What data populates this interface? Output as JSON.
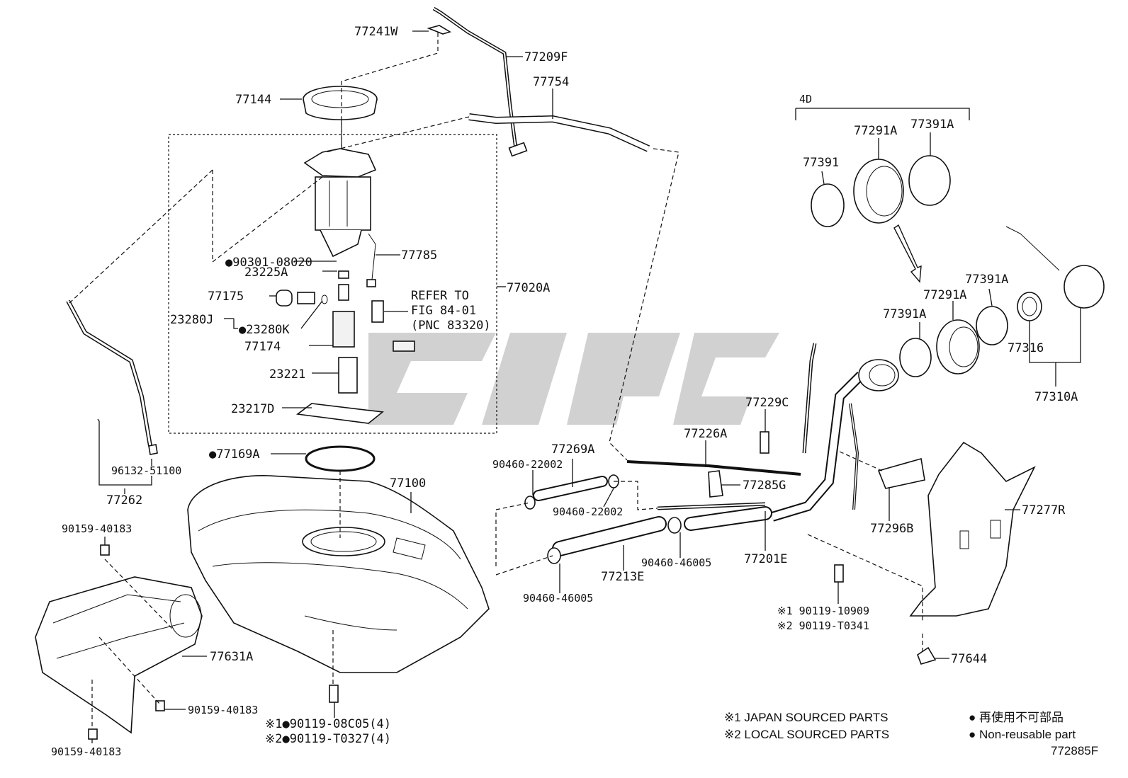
{
  "labels": {
    "p77241W": "77241W",
    "p77209F": "77209F",
    "p77754": "77754",
    "p77144": "77144",
    "p77785": "77785",
    "p90301": "●90301-08020",
    "p23225A": "23225A",
    "p77175": "77175",
    "p23280J": "23280J",
    "p23280K": "●23280K",
    "p77174": "77174",
    "p23221": "23221",
    "p23217D": "23217D",
    "p77020A": "77020A",
    "refer1": "REFER TO",
    "refer2": "FIG 84-01",
    "refer3": "(PNC 83320)",
    "p96132": "96132-51100",
    "p77262": "77262",
    "p77169A": "●77169A",
    "p77100": "77100",
    "p90159a": "90159-40183",
    "p90159b": "90159-40183",
    "p90159c": "90159-40183",
    "p77631A": "77631A",
    "p90119_08": "※1●90119-08C05(4)",
    "p90119_T0327": "※2●90119-T0327(4)",
    "p90460a": "90460-22002",
    "p77269A": "77269A",
    "p90460b": "90460-22002",
    "p90460c": "90460-46005",
    "p77213E": "77213E",
    "p90460d": "90460-46005",
    "p77226A": "77226A",
    "p77229C": "77229C",
    "p77285G": "77285G",
    "p77201E": "77201E",
    "p90119_10909": "※1 90119-10909",
    "p90119_T0341": "※2 90119-T0341",
    "p77296B": "77296B",
    "p77277R": "77277R",
    "p77644": "77644",
    "p4D": "4D",
    "p77391": "77391",
    "p77291A_top": "77291A",
    "p77391A_top": "77391A",
    "p77391A_mid": "77391A",
    "p77291A_mid": "77291A",
    "p77391A_low": "77391A",
    "p77316": "77316",
    "p77310A": "77310A"
  },
  "notes": {
    "japan": "※1 JAPAN SOURCED PARTS",
    "local": "※2 LOCAL SOURCED PARTS",
    "nonreuse_jp": "● 再使用不可部品",
    "nonreuse_en": "● Non-reusable part",
    "figcode": "772885F"
  }
}
